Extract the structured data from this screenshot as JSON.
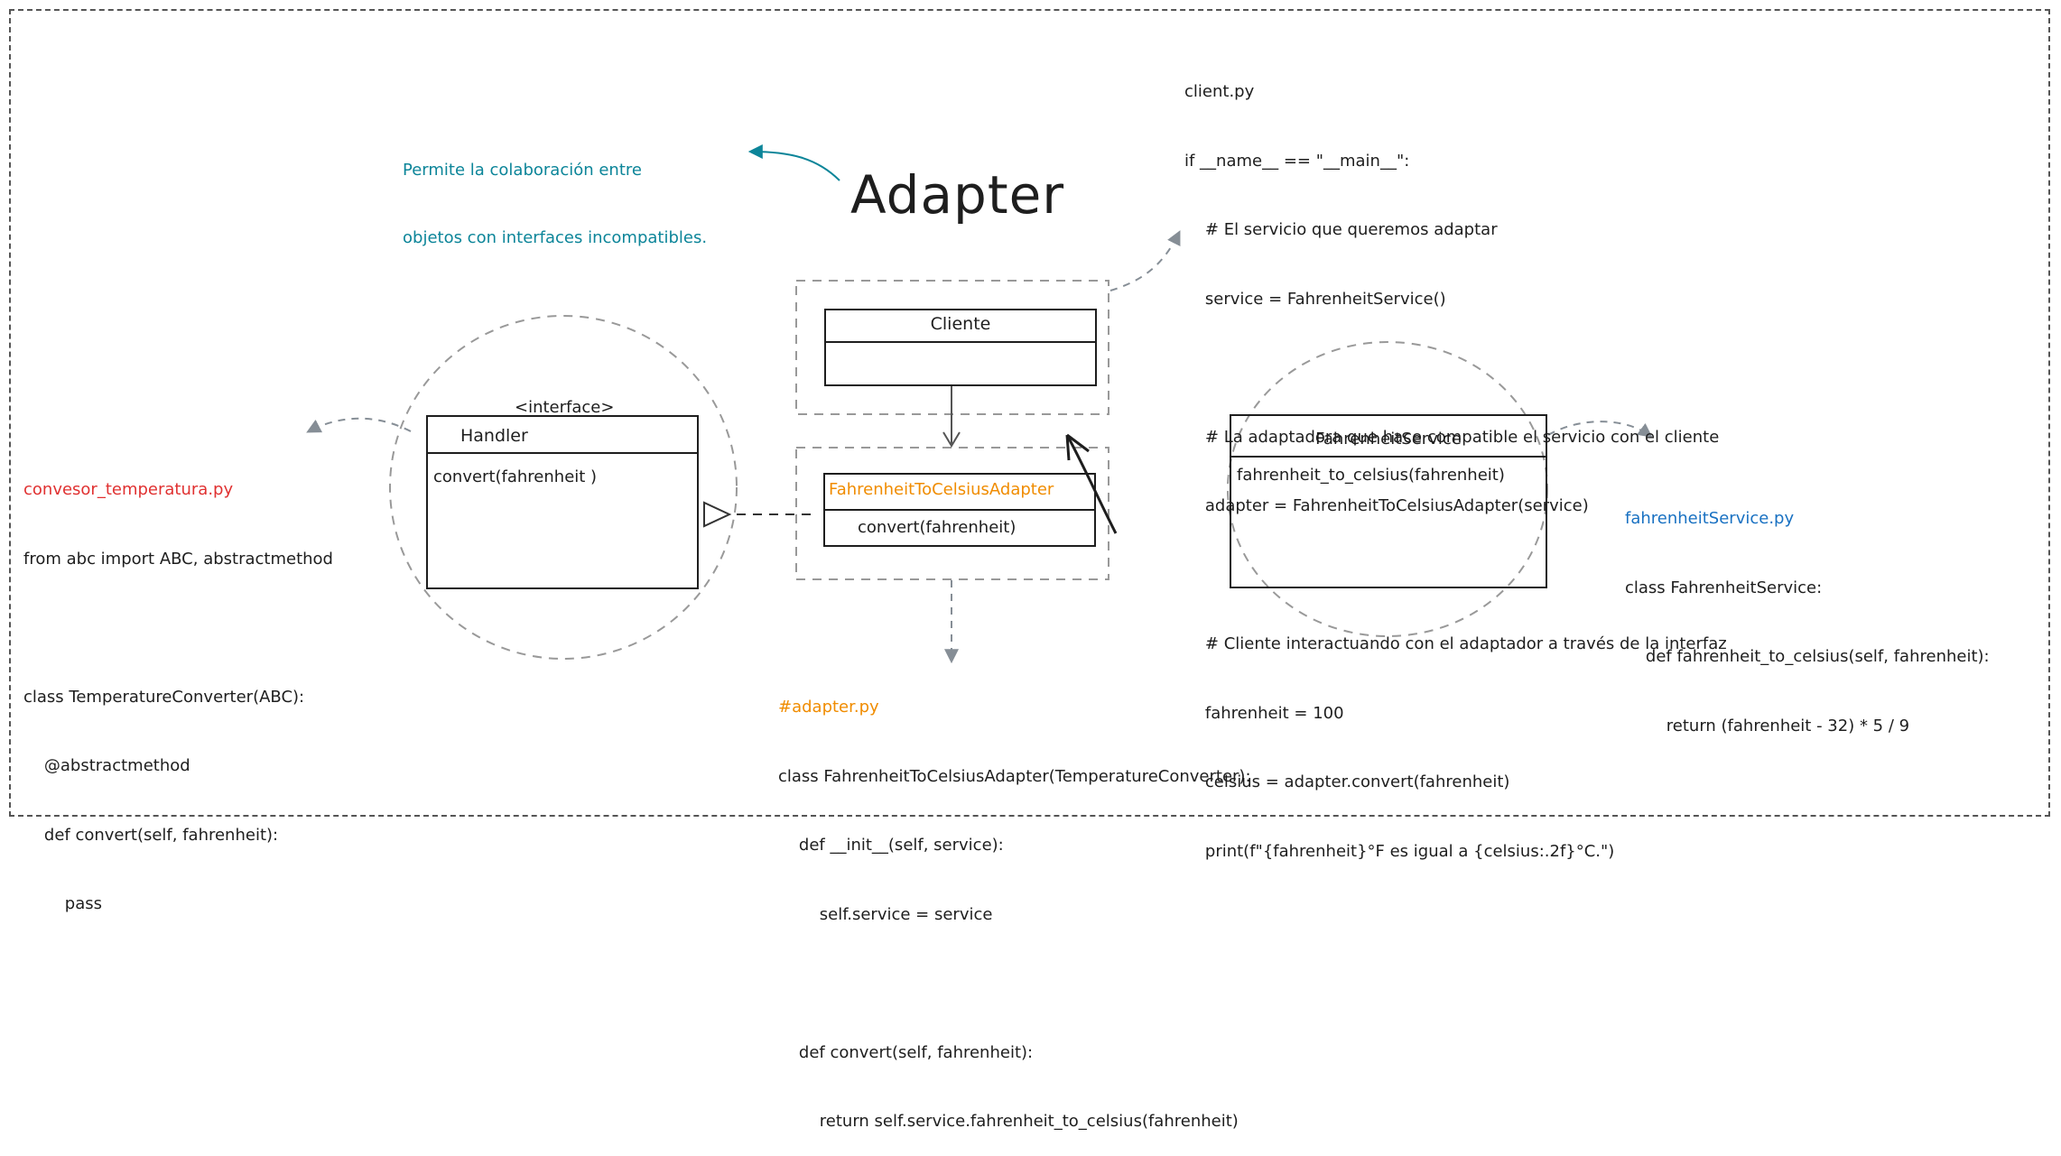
{
  "title": "Adapter",
  "note": [
    "Permite la colaboración entre",
    "objetos con interfaces incompatibles."
  ],
  "client_code": {
    "lines": [
      "client.py",
      "if __name__ == \"__main__\":",
      "    # El servicio que queremos adaptar",
      "    service = FahrenheitService()",
      "",
      "    # La adaptadora que hace compatible el servicio con el cliente",
      "    adapter = FahrenheitToCelsiusAdapter(service)",
      "",
      "    # Cliente interactuando con el adaptador a través de la interfaz",
      "    fahrenheit = 100",
      "    celsius = adapter.convert(fahrenheit)",
      "    print(f\"{fahrenheit}°F es igual a {celsius:.2f}°C.\")"
    ]
  },
  "converter_code": {
    "filename": "convesor_temperatura.py",
    "lines": [
      "from abc import ABC, abstractmethod",
      "",
      "class TemperatureConverter(ABC):",
      "    @abstractmethod",
      "    def convert(self, fahrenheit):",
      "        pass"
    ]
  },
  "service_code": {
    "filename": "fahrenheitService.py",
    "lines": [
      "class FahrenheitService:",
      "    def fahrenheit_to_celsius(self, fahrenheit):",
      "        return (fahrenheit - 32) * 5 / 9"
    ]
  },
  "adapter_code": {
    "filename": "#adapter.py",
    "lines": [
      "class FahrenheitToCelsiusAdapter(TemperatureConverter):",
      "    def __init__(self, service):",
      "        self.service = service",
      "",
      "    def convert(self, fahrenheit):",
      "        return self.service.fahrenheit_to_celsius(fahrenheit)"
    ]
  },
  "uml": {
    "cliente": {
      "name": "Cliente"
    },
    "handler": {
      "stereotype": "<interface>",
      "name": "Handler",
      "method": "convert(fahrenheit )"
    },
    "adapter": {
      "name": "FahrenheitToCelsiusAdapter",
      "method": "convert(fahrenheit)"
    },
    "service": {
      "name": "FahrenheitService",
      "method": "fahrenheit_to_celsius(fahrenheit)"
    }
  },
  "colors": {
    "note": "#0c8599",
    "adapter_accent": "#f08c00",
    "converter_file": "#e03131",
    "service_file": "#1971c2",
    "dashed": "#868e96"
  }
}
